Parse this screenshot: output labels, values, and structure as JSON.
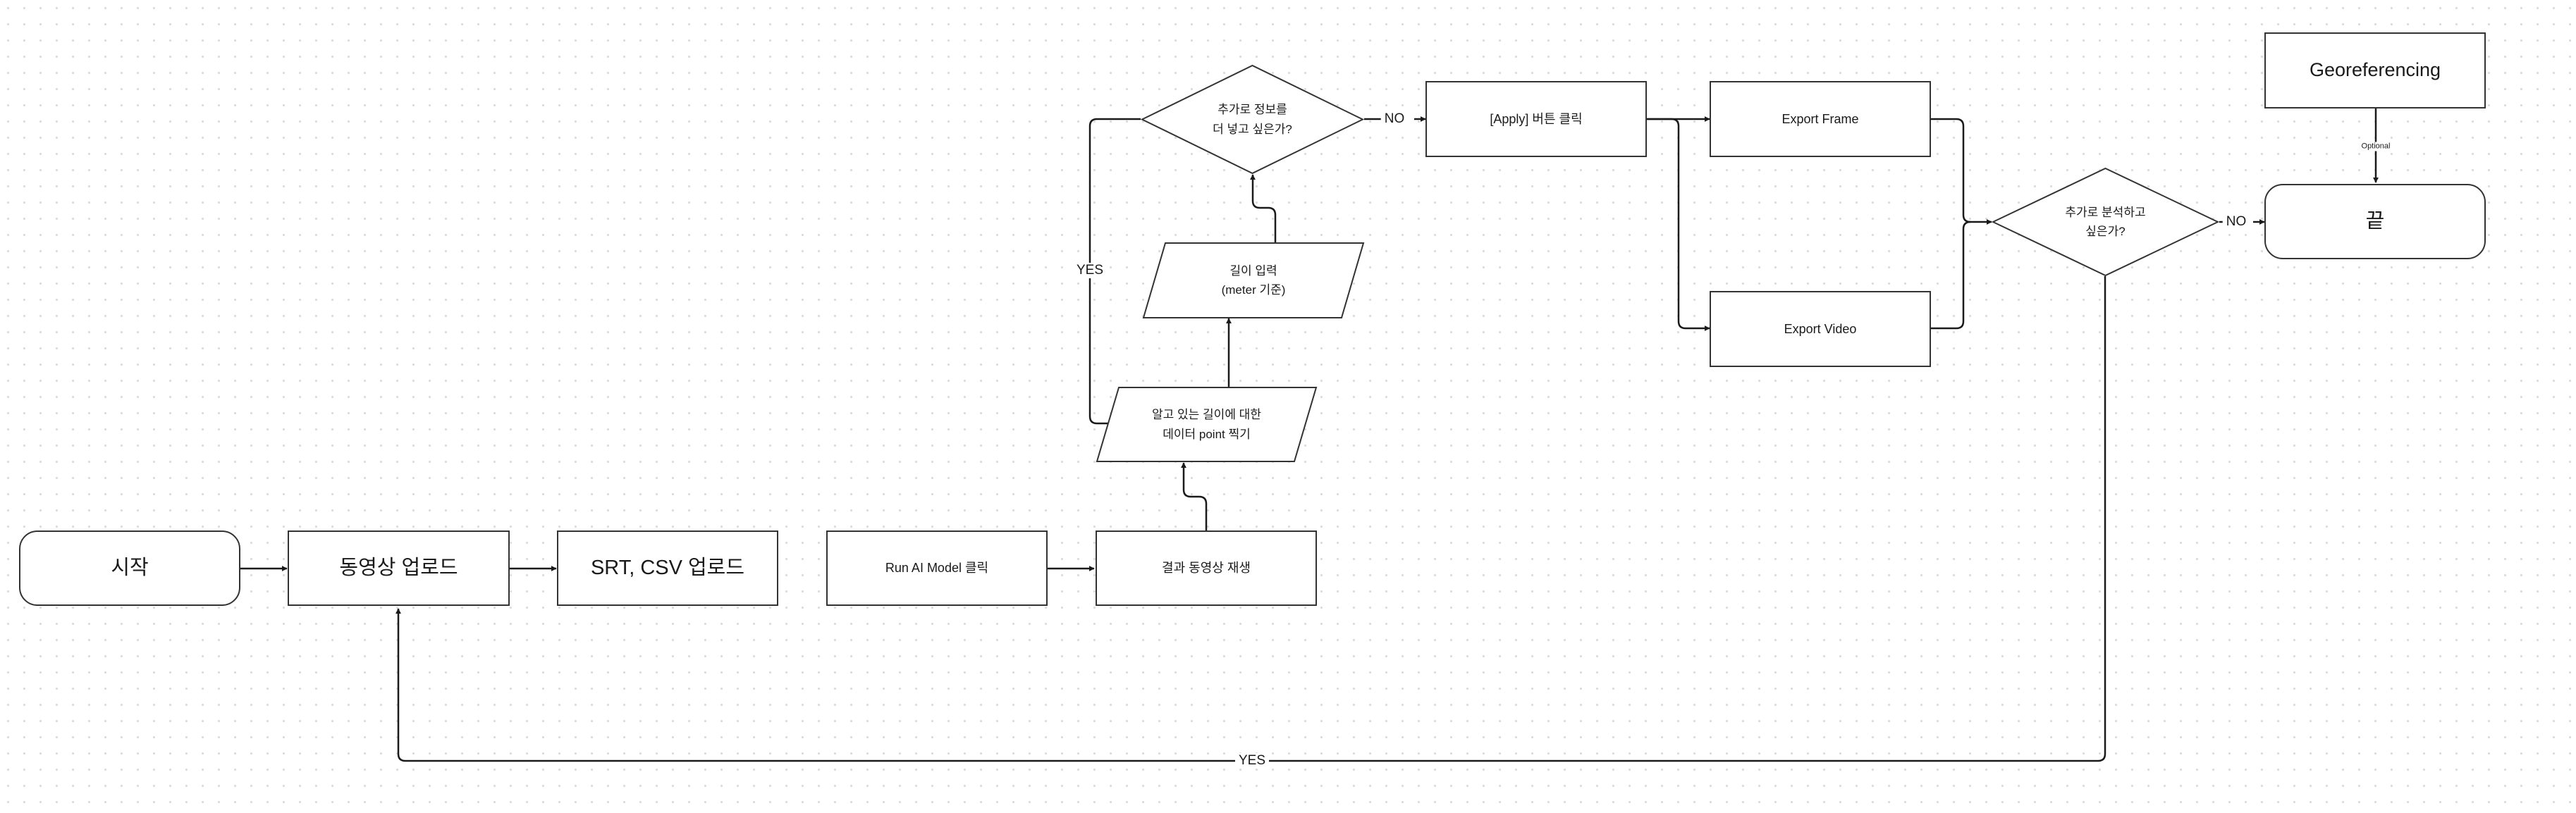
{
  "nodes": {
    "start": "시작",
    "video_upload": "동영상 업로드",
    "srt_csv_upload": "SRT, CSV 업로드",
    "run_ai": "Run AI Model 클릭",
    "result_play": "결과 동영상 재생",
    "data_point": [
      "알고 있는 길이에 대한",
      "데이터 point 찍기"
    ],
    "length_input": [
      "길이 입력",
      "(meter 기준)"
    ],
    "more_info": [
      "추가로 정보를",
      "더 넣고 싶은가?"
    ],
    "apply": "[Apply] 버튼 클릭",
    "export_frame": "Export Frame",
    "export_video": "Export Video",
    "more_analysis": [
      "추가로 분석하고",
      "싶은가?"
    ],
    "georef": "Georeferencing",
    "end": "끝"
  },
  "edge_labels": {
    "yes_loop": "YES",
    "no_apply": "NO",
    "no_end": "NO",
    "optional": "Optional",
    "yes_bottom": "YES"
  },
  "colors": {
    "stroke": "#333333",
    "background": "#ffffff",
    "grid_dot": "#dcdcdc"
  }
}
